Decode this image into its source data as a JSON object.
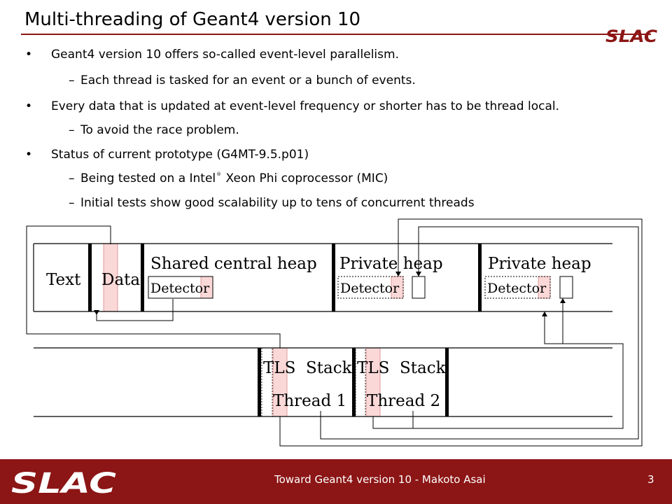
{
  "slide": {
    "title": "Multi-threading of Geant4 version 10",
    "logo_text": "SLAC",
    "bullets": [
      {
        "level": 1,
        "marker": "•",
        "text": "Geant4 version 10 offers so-called event-level parallelism."
      },
      {
        "level": 2,
        "marker": "–",
        "text": "Each thread is tasked for an event or a bunch of events."
      },
      {
        "level": 1,
        "marker": "•",
        "text": "Every data that is updated at event-level frequency or shorter has to be thread local."
      },
      {
        "level": 2,
        "marker": "–",
        "text": "To avoid the race problem."
      },
      {
        "level": 1,
        "marker": "•",
        "text": "Status of current prototype (G4MT-9.5.p01)"
      },
      {
        "level": 2,
        "marker": "–",
        "text_before": "Being tested on a Intel",
        "superscript": "®",
        "text_after": " Xeon Phi coprocessor (MIC)"
      },
      {
        "level": 2,
        "marker": "–",
        "text": "Initial tests show good scalability up to tens of concurrent threads"
      }
    ],
    "footer": {
      "text": "Toward Geant4 version 10 - Makoto Asai",
      "page_number": "3",
      "logo_text": "SLAC"
    },
    "colors": {
      "brand": "#8c1515",
      "highlight": "#fbd8d8",
      "white": "#ffffff"
    }
  },
  "diagram": {
    "memory_row": {
      "text_segment": "Text",
      "data_segment": "Data",
      "shared_heap": "Shared central heap",
      "shared_detector": "Detector",
      "private_heap_1": "Private heap",
      "private_detector_1": "Detector",
      "private_heap_2": "Private heap",
      "private_detector_2": "Detector"
    },
    "thread_row": {
      "thread_1": {
        "tls": "TLS",
        "stack": "Stack",
        "name": "Thread 1"
      },
      "thread_2": {
        "tls": "TLS",
        "stack": "Stack",
        "name": "Thread 2"
      }
    }
  }
}
